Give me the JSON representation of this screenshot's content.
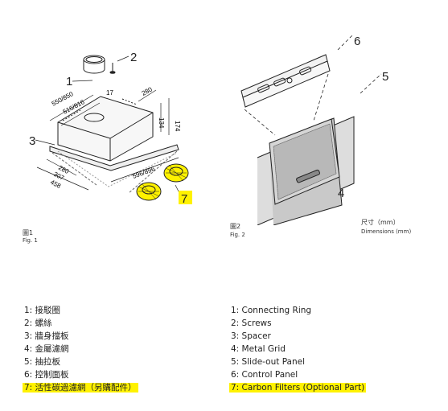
{
  "fig1": {
    "caption_zh": "圖1",
    "caption_en": "Fig. 1",
    "callouts": [
      "1",
      "2",
      "3",
      "7"
    ],
    "dims": {
      "top_width": "550/850",
      "inner_width": "516/816",
      "depth": "280",
      "height_a": "174",
      "height_b": "134",
      "d17": "17",
      "base_depth": "280",
      "base_307": "307",
      "base_458": "458",
      "front_width": "596/896"
    }
  },
  "fig2": {
    "caption_zh": "圖2",
    "caption_en": "Fig. 2",
    "callouts": [
      "6",
      "5",
      "4"
    ]
  },
  "dimensions_note": {
    "zh": "尺寸（mm）",
    "en": "Dimensions (mm)"
  },
  "parts_zh": [
    "1: 接駁圈",
    "2: 螺絲",
    "3: 牆身擋板",
    "4: 金屬濾網",
    "5: 抽拉板",
    "6: 控制面板",
    "7: 活性碳過濾網（另購配件）"
  ],
  "parts_en": [
    "1: Connecting Ring",
    "2: Screws",
    "3: Spacer",
    "4: Metal Grid",
    "5: Slide-out Panel",
    "6: Control Panel",
    "7: Carbon Filters (Optional Part)"
  ],
  "colors": {
    "highlight": "#fff200",
    "line": "#222222",
    "grid": "#9a9a9a"
  }
}
